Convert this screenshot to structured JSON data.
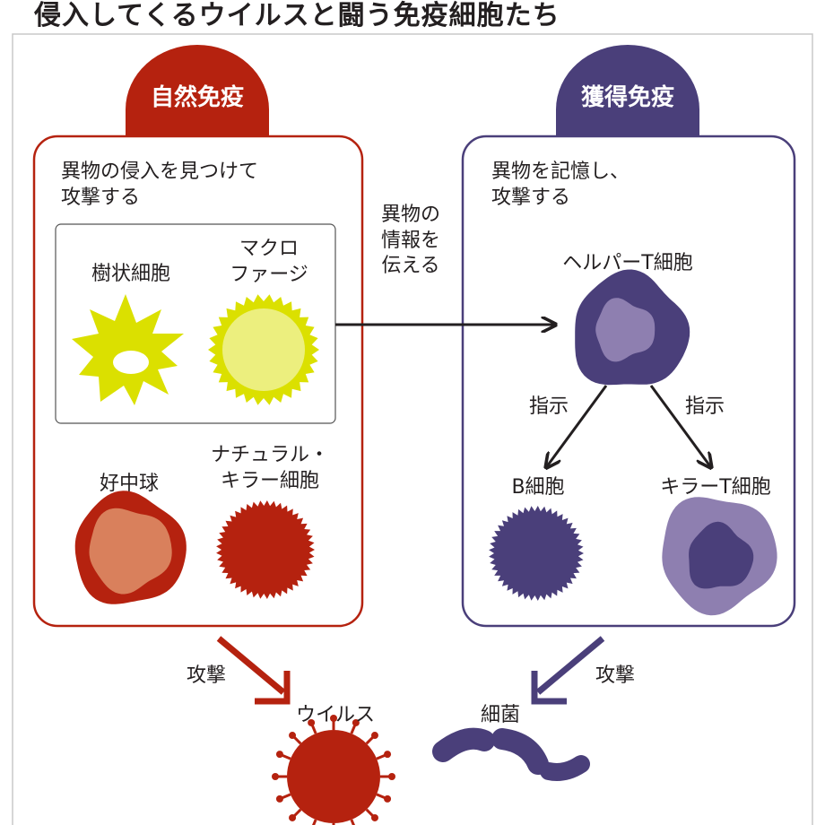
{
  "title": "侵入してくるウイルスと闘う免疫細胞たち",
  "colors": {
    "innate": "#b5220f",
    "adaptive": "#4a3f7a",
    "neutrophil_inner": "#d9805c",
    "nk": "#b5220f",
    "yellow": "#dbe000",
    "yellow_light": "#ecef7e",
    "helper_inner": "#8e7fb0",
    "killer_outer": "#8e7fb0",
    "arrow": "#231f20"
  },
  "innate": {
    "label": "自然免疫",
    "description": "異物の侵入を見つけて\n攻撃する",
    "dendritic": "樹状細胞",
    "macrophage": "マクロ\nファージ",
    "neutrophil": "好中球",
    "nk": "ナチュラル・\nキラー細胞",
    "attack": "攻撃"
  },
  "transfer": "異物の\n情報を\n伝える",
  "adaptive": {
    "label": "獲得免疫",
    "description": "異物を記憶し、\n攻撃する",
    "helper_t": "ヘルパーT細胞",
    "instruct_left": "指示",
    "instruct_right": "指示",
    "b_cell": "B細胞",
    "killer_t": "キラーT細胞",
    "attack": "攻撃"
  },
  "targets": {
    "virus": "ウイルス",
    "bacteria": "細菌"
  }
}
